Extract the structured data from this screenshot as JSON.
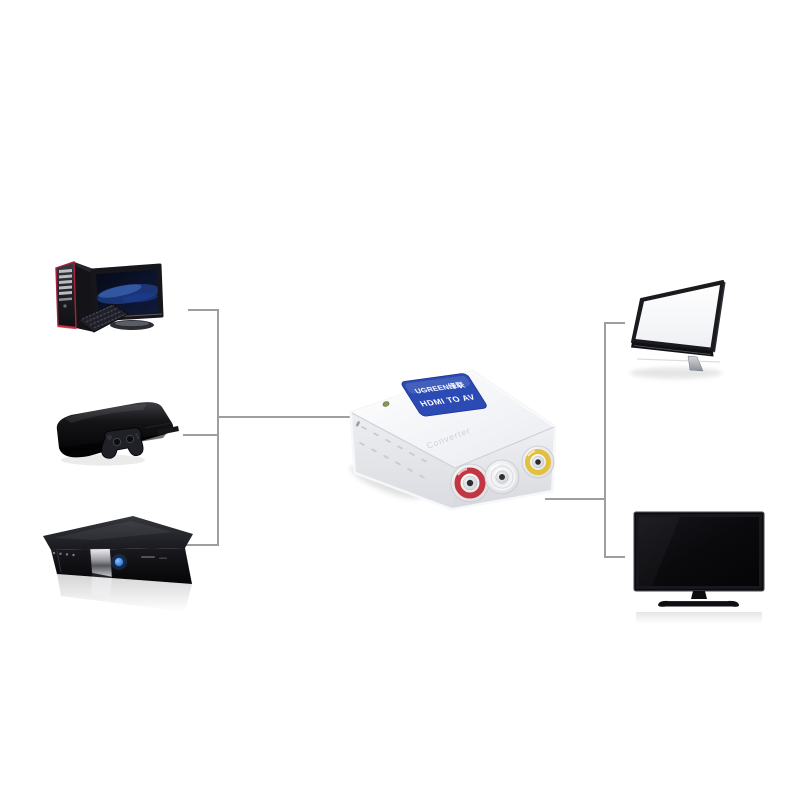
{
  "canvas": {
    "background": "#ffffff"
  },
  "converter": {
    "brand_logo": "UGREEN绿联",
    "top_label": "HDMI TO AV",
    "case_text": "Converter",
    "label_color": "#2b4ab4",
    "body_color": "#f6f7f9",
    "led_color": "#8a9456",
    "jacks": [
      {
        "name": "rca-red",
        "color": "#c23642"
      },
      {
        "name": "rca-white",
        "color": "#f2f3f5"
      },
      {
        "name": "rca-yellow",
        "color": "#e3bf3e"
      }
    ]
  },
  "source_devices": [
    {
      "icon": "desktop-pc-icon"
    },
    {
      "icon": "game-console-icon"
    },
    {
      "icon": "dvd-player-icon"
    }
  ],
  "display_devices": [
    {
      "icon": "computer-monitor-icon"
    },
    {
      "icon": "tv-icon"
    }
  ],
  "connections": {
    "color": "#9e9e9e"
  }
}
